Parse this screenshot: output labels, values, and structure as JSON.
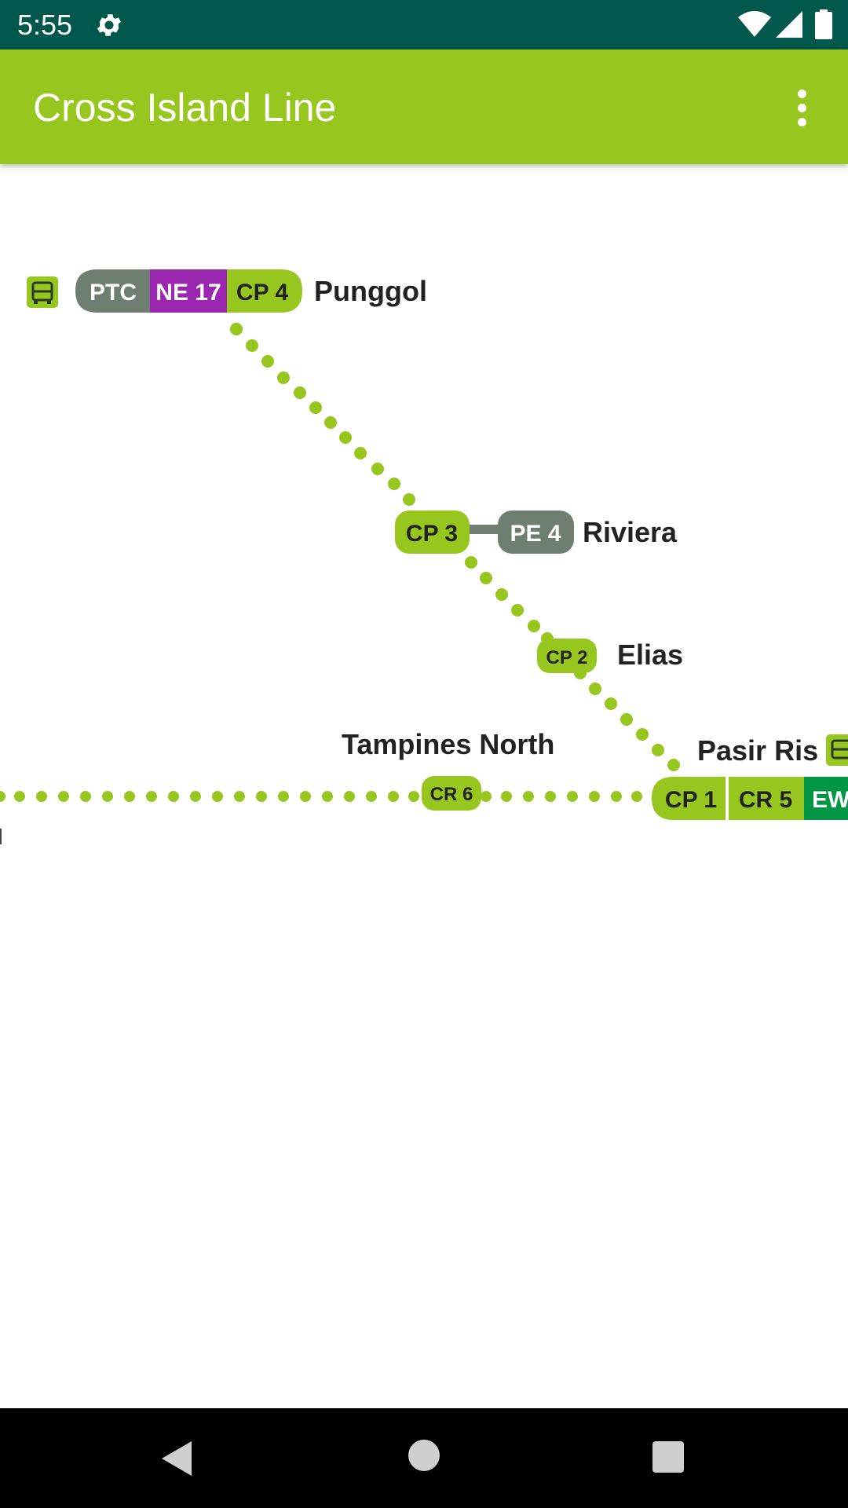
{
  "status_bar": {
    "time": "5:55",
    "icons": [
      "gear-icon",
      "wifi-icon",
      "signal-icon",
      "battery-icon"
    ]
  },
  "app_bar": {
    "title": "Cross Island Line",
    "menu_icon": "more-vert-icon"
  },
  "map": {
    "colors": {
      "cross_island_line": "#97C61F",
      "north_east_line": "#9B26AF",
      "punggol_lrt": "#6E7F71",
      "east_west_line": "#009645",
      "label_text": "#222222"
    },
    "stations": [
      {
        "name": "Punggol",
        "codes": [
          {
            "code": "PTC",
            "line": "punggol_lrt"
          },
          {
            "code": "NE 17",
            "line": "north_east_line"
          },
          {
            "code": "CP 4",
            "line": "cross_island_line"
          }
        ],
        "bus_icon": true
      },
      {
        "name": "Riviera",
        "codes": [
          {
            "code": "CP 3",
            "line": "cross_island_line"
          },
          {
            "code": "PE 4",
            "line": "punggol_lrt"
          }
        ],
        "bus_icon": false
      },
      {
        "name": "Elias",
        "codes": [
          {
            "code": "CP 2",
            "line": "cross_island_line"
          }
        ],
        "bus_icon": false
      },
      {
        "name": "Tampines North",
        "codes": [
          {
            "code": "CR 6",
            "line": "cross_island_line"
          }
        ],
        "bus_icon": false
      },
      {
        "name": "Pasir Ris",
        "codes": [
          {
            "code": "CP 1",
            "line": "cross_island_line"
          },
          {
            "code": "CR 5",
            "line": "cross_island_line"
          },
          {
            "code": "EW",
            "line": "east_west_line"
          }
        ],
        "bus_icon": true
      }
    ]
  },
  "nav_bar": {
    "buttons": [
      "back-icon",
      "home-icon",
      "recents-icon"
    ]
  }
}
